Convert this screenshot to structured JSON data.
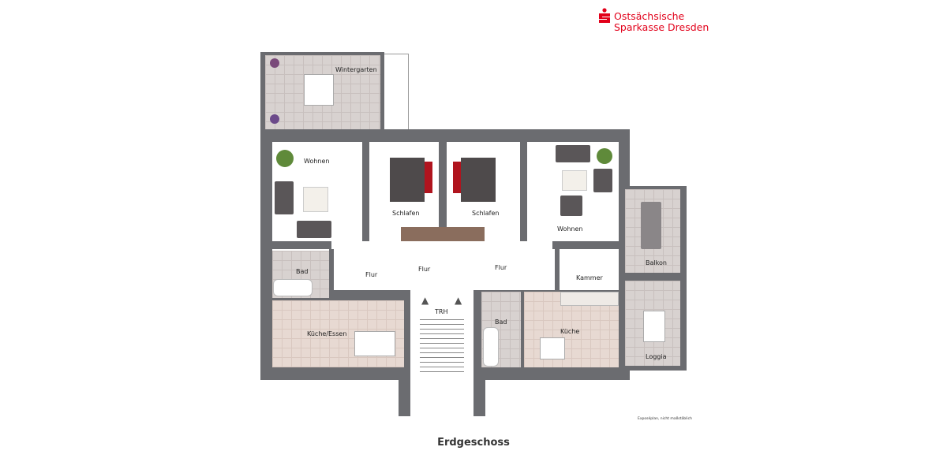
{
  "brand": {
    "name_line1": "Ostsächsische",
    "name_line2": "Sparkasse Dresden",
    "color": "#e2001a",
    "logo_icon": "sparkasse-s-icon"
  },
  "plan": {
    "title": "Erdgeschoss",
    "note": "Exposéplan, nicht maßstäblich",
    "rooms": {
      "wintergarten": "Wintergarten",
      "wohnen_left": "Wohnen",
      "schlafen_1": "Schlafen",
      "schlafen_2": "Schlafen",
      "wohnen_right": "Wohnen",
      "balkon": "Balkon",
      "bad_left": "Bad",
      "flur_1": "Flur",
      "flur_2": "Flur",
      "flur_3": "Flur",
      "kammer": "Kammer",
      "kueche_essen": "Küche/Essen",
      "trh": "TRH",
      "bad_right": "Bad",
      "kueche_right": "Küche",
      "loggia": "Loggia"
    },
    "colors": {
      "wall": "#6b6c70",
      "tile": "#e7d9d2",
      "grey_tile": "#d8d2d0"
    }
  }
}
